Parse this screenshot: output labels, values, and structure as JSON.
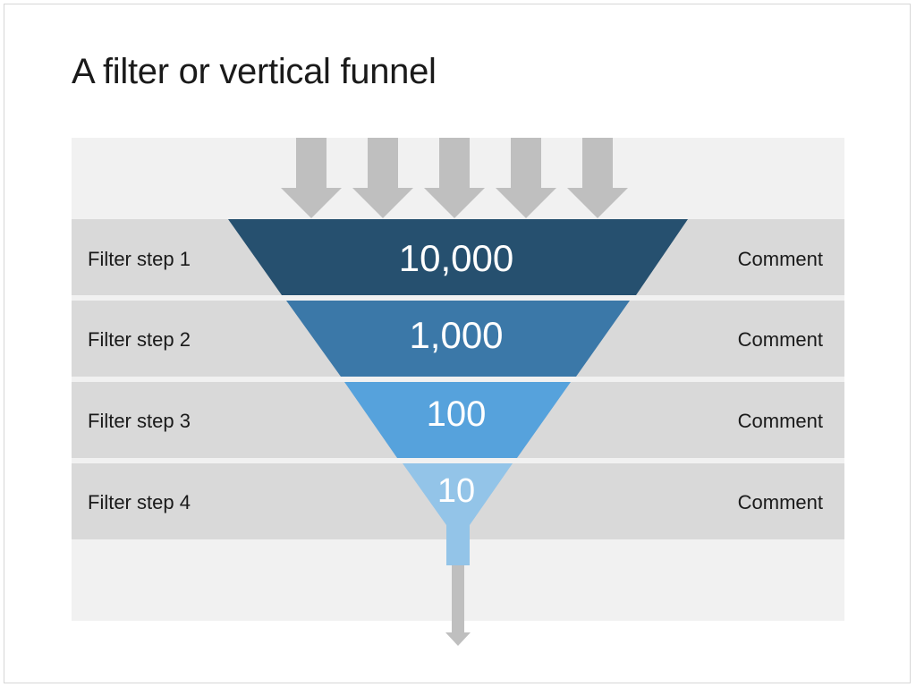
{
  "title": "A filter or vertical funnel",
  "stages": [
    {
      "label": "Filter step 1",
      "value": "10,000",
      "comment": "Comment",
      "color": "#26506f"
    },
    {
      "label": "Filter step 2",
      "value": "1,000",
      "comment": "Comment",
      "color": "#3b78a8"
    },
    {
      "label": "Filter step 3",
      "value": "100",
      "comment": "Comment",
      "color": "#56a2dc"
    },
    {
      "label": "Filter step 4",
      "value": "10",
      "comment": "Comment",
      "color": "#93c4e8"
    }
  ],
  "colors": {
    "arrow": "#bfbfbf",
    "band": "#d9d9d9",
    "panel": "#f1f1f1"
  },
  "icons": {
    "input_arrows": "down-arrow-icon",
    "output_arrow": "down-arrow-icon"
  }
}
